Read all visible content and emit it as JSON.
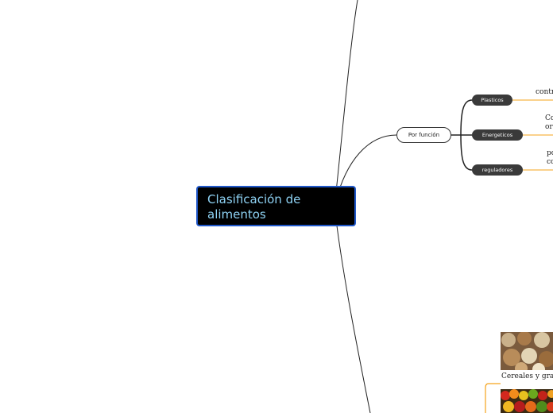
{
  "root": {
    "title": "Clasificación de\nalimentos"
  },
  "branch": {
    "label": "Por función"
  },
  "subtopics": [
    {
      "label": "Plasticos",
      "note": "contr"
    },
    {
      "label": "Energeticos",
      "note": "Co\nor"
    },
    {
      "label": "reguladores",
      "note": "po\nco"
    }
  ],
  "images": [
    {
      "caption": "Cereales y grand",
      "subject": "grains-photo"
    },
    {
      "caption": "",
      "subject": "fruits-photo"
    }
  ],
  "colors": {
    "root_bg": "#000000",
    "root_border": "#1f57c9",
    "root_text": "#8fd3f5",
    "connector_orange": "#f5a31a",
    "subtopic_bg": "#3a3a3a"
  }
}
